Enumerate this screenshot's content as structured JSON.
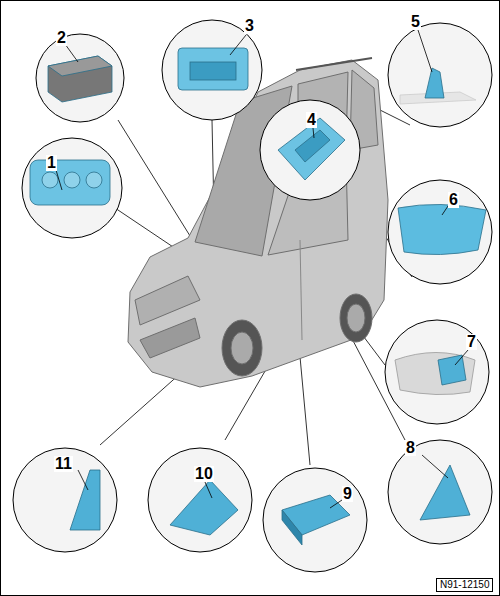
{
  "diagram": {
    "labels": [
      "2",
      "3",
      "5",
      "4",
      "1",
      "6",
      "7",
      "11",
      "10",
      "9",
      "8",
      "N91-12150"
    ]
  }
}
